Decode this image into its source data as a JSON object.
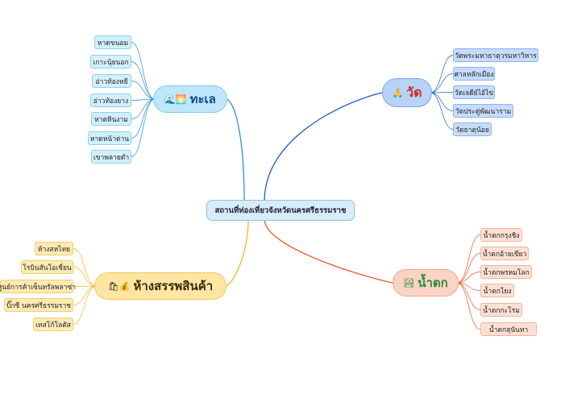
{
  "center": {
    "label": "สถานที่ท่องเที่ยวจังหวัดนครศรีธรรมราช"
  },
  "branches": [
    {
      "key": "sea",
      "icon": "🌊🌅",
      "label": "ทะเล",
      "color": "#2e8fd8",
      "items": [
        "หาดขนอม",
        "เกาะนุ้ยนอก",
        "อ่าวท้องหยี",
        "อ่าวท้องยาง",
        "หาดหินงาม",
        "หาดหน้าด่าน",
        "เขาพลายดำ"
      ]
    },
    {
      "key": "temple",
      "icon": "🙏",
      "label": "วัด",
      "color": "#1f5fc2",
      "items": [
        "วัดพระมหาธาตุวรมหาวิหาร",
        "ศาลหลักเมือง",
        "วัดเจดีย์ไอ้ไข่",
        "วัดประดู่พัฒนาราม",
        "วัดธาตุน้อย"
      ]
    },
    {
      "key": "fall",
      "icon": "🏞",
      "label": "น้ำตก",
      "color": "#e85a2a",
      "items": [
        "น้ำตกกรุงชิง",
        "น้ำตกอ้ายเขียว",
        "น้ำตกพรหมโลก",
        "น้ำตกโยง",
        "น้ำตกกะโรม",
        "น้ำตกสุนันทา"
      ]
    },
    {
      "key": "mall",
      "icon": "🛍💰",
      "label": "ห้างสรรพสินค้า",
      "color": "#f2b91c",
      "items": [
        "ห้างสหไทย",
        "โรบินสันโอเชี่ยน",
        "ศูนย์การค้าเซ็นทรัลพลาซ่า",
        "บิ๊กซี นครศรีธรรมราช",
        "เทสโก้โลตัส"
      ]
    }
  ]
}
